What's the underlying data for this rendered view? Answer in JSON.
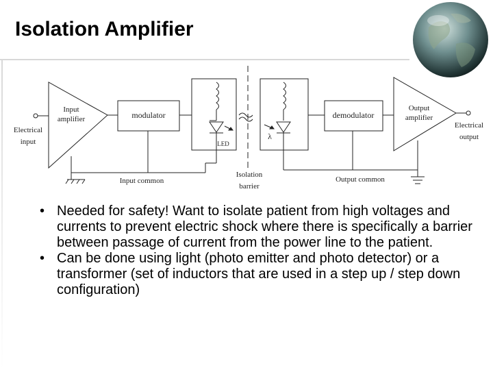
{
  "slide": {
    "title": "Isolation Amplifier",
    "bullets": [
      "Needed for safety! Want to isolate patient from high voltages and currents to prevent electric shock where there is specifically a barrier between passage of current from the power line to the patient.",
      "Can be done using light (photo emitter and photo detector) or a transformer (set of inductors that are used in a step up / step down configuration)"
    ]
  },
  "diagram": {
    "input_amp": [
      "Input",
      "amplifier"
    ],
    "modulator": "modulator",
    "led": "LED",
    "demodulator": "demodulator",
    "output_amp": [
      "Output",
      "amplifier"
    ],
    "electrical_input": [
      "Electrical",
      "input"
    ],
    "electrical_output": [
      "Electrical",
      "output"
    ],
    "input_common": "Input common",
    "output_common": "Output common",
    "isolation_barrier": [
      "Isolation",
      "barrier"
    ],
    "photo_symbol": "λ"
  },
  "colors": {
    "ink": "#222222",
    "title_rule": "#d8d8d8"
  }
}
